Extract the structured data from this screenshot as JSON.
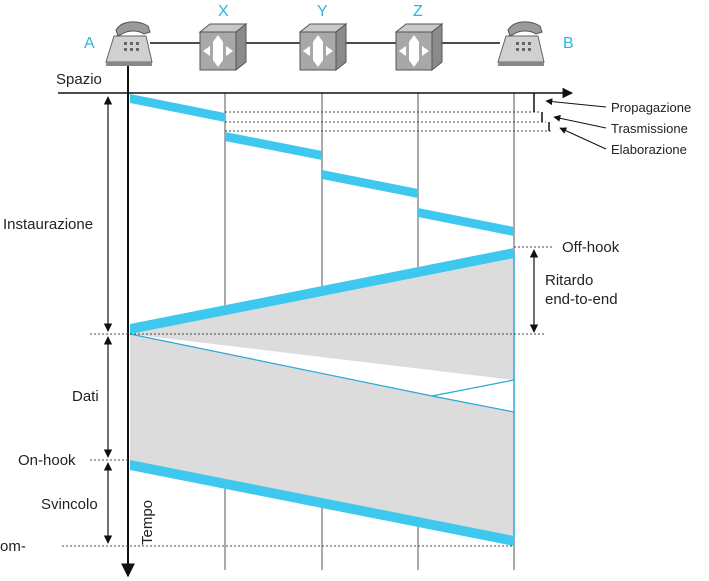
{
  "nodes": {
    "a": "A",
    "x": "X",
    "y": "Y",
    "z": "Z",
    "b": "B"
  },
  "axes": {
    "space": "Spazio",
    "time": "Tempo"
  },
  "delays": {
    "propagation": "Propagazione",
    "transmission": "Trasmissione",
    "processing": "Elaborazione"
  },
  "phases": {
    "setup": "Instaurazione",
    "data": "Dati",
    "teardown": "Svincolo"
  },
  "events": {
    "off_hook": "Off-hook",
    "on_hook": "On-hook",
    "cut": "om-"
  },
  "delay_label": {
    "line1": "Ritardo",
    "line2": "end-to-end"
  },
  "colors": {
    "signal": "#3ec8ef",
    "data_fill": "#dcdcdc",
    "node_label": "#29b6e0"
  }
}
